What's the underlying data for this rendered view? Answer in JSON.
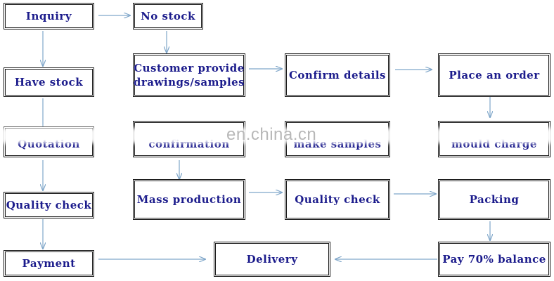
{
  "nodes": {
    "inquiry": "Inquiry",
    "no_stock": "No stock",
    "have_stock": "Have stock",
    "customer_provide_line1": "Customer provide",
    "customer_provide_line2": "drawings/samples",
    "confirm_details": "Confirm details",
    "place_order": "Place an order",
    "quotation": "Quotation",
    "confirmation": "confirmation",
    "make_samples": "make samples",
    "mould_charge": "mould charge",
    "quality_check_left": "Quality check",
    "mass_production": "Mass production",
    "quality_check_mid": "Quality check",
    "packing": "Packing",
    "payment": "Payment",
    "delivery": "Delivery",
    "pay_balance": "Pay 70% balance"
  },
  "watermark": "en.china.cn",
  "colors": {
    "text": "#1c1c8c",
    "arrow": "#7fa6c9",
    "border": "#1a1a1a"
  }
}
